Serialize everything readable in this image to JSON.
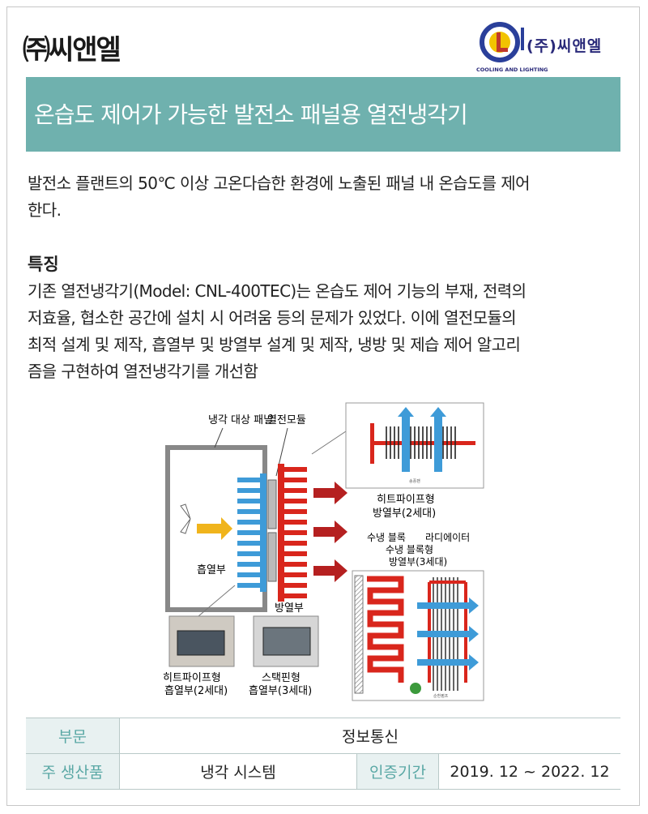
{
  "company": "㈜씨앤엘",
  "logo": {
    "text": "(주)씨앤엘",
    "tagline": "COOLING AND LIGHTING"
  },
  "title": "온습도 제어가 가능한 발전소 패널용 열전냉각기",
  "intro": [
    "발전소 플랜트의 50℃ 이상 고온다습한 환경에 노출된 패널 내 온습도를 제어",
    "한다."
  ],
  "features": {
    "heading": "특징",
    "lines": [
      "기존 열전냉각기(Model: CNL-400TEC)는 온습도 제어 기능의 부재, 전력의",
      "저효율, 협소한 공간에 설치 시 어려움 등의 문제가 있었다. 이에 열전모듈의",
      "최적 설계 및 제작, 흡열부 및 방열부 설계 및 제작, 냉방 및 제습 제어 알고리",
      "즘을 구현하여 열전냉각기를 개선함"
    ]
  },
  "diagram": {
    "label_panel": "냉각 대상 패널",
    "label_module": "열전모듈",
    "label_absorb": "흡열부",
    "label_emit": "방열부",
    "heatpipe_emit_1": "히트파이프형",
    "heatpipe_emit_2": "방열부(2세대)",
    "water_block": "수냉 블록",
    "radiator": "라디에이터",
    "water_emit_1": "수냉 블록형",
    "water_emit_2": "방열부(3세대)",
    "photo1_1": "히트파이프형",
    "photo1_2": "흡열부(2세대)",
    "photo2_1": "스택핀형",
    "photo2_2": "흡열부(3세대)",
    "fan_small": "송풍팬",
    "pump_small": "순환펌프"
  },
  "meta": {
    "dept_label": "부문",
    "dept_value": "정보통신",
    "product_label": "주 생산품",
    "product_value": "냉각 시스템",
    "period_label": "인증기간",
    "period_value": "2019. 12 ~ 2022. 12"
  }
}
